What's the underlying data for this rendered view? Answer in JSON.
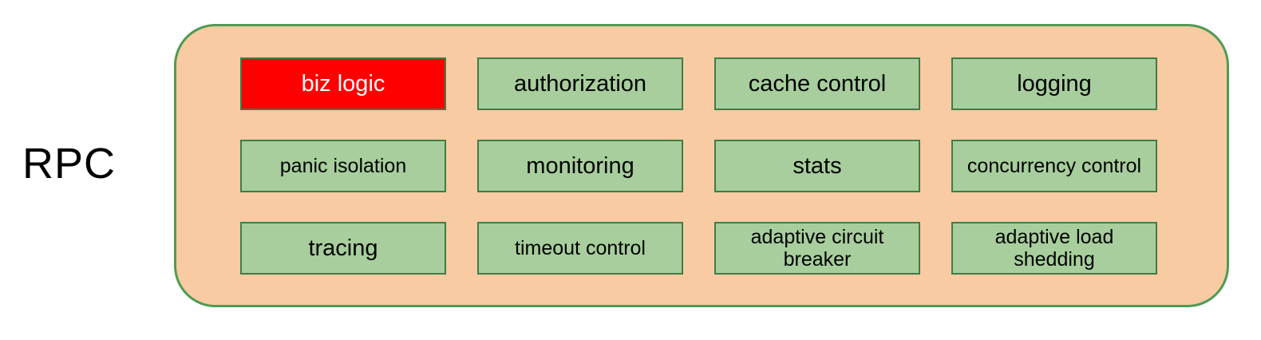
{
  "diagram": {
    "side_label": "RPC",
    "colors": {
      "container_fill": "#F8CBA2",
      "container_border": "#4E9B53",
      "box_fill": "#A7CE9C",
      "box_border": "#417B46",
      "highlight_fill": "#FE0000",
      "highlight_text": "#FFFFFF",
      "box_text": "#000000"
    },
    "grid": {
      "rows": 3,
      "cols": 4,
      "cells": [
        {
          "label": "biz logic",
          "highlight": true
        },
        {
          "label": "authorization",
          "highlight": false
        },
        {
          "label": "cache control",
          "highlight": false
        },
        {
          "label": "logging",
          "highlight": false
        },
        {
          "label": "panic isolation",
          "highlight": false
        },
        {
          "label": "monitoring",
          "highlight": false
        },
        {
          "label": "stats",
          "highlight": false
        },
        {
          "label": "concurrency control",
          "highlight": false
        },
        {
          "label": "tracing",
          "highlight": false
        },
        {
          "label": "timeout control",
          "highlight": false
        },
        {
          "label": "adaptive circuit breaker",
          "highlight": false
        },
        {
          "label": "adaptive load shedding",
          "highlight": false
        }
      ]
    }
  }
}
